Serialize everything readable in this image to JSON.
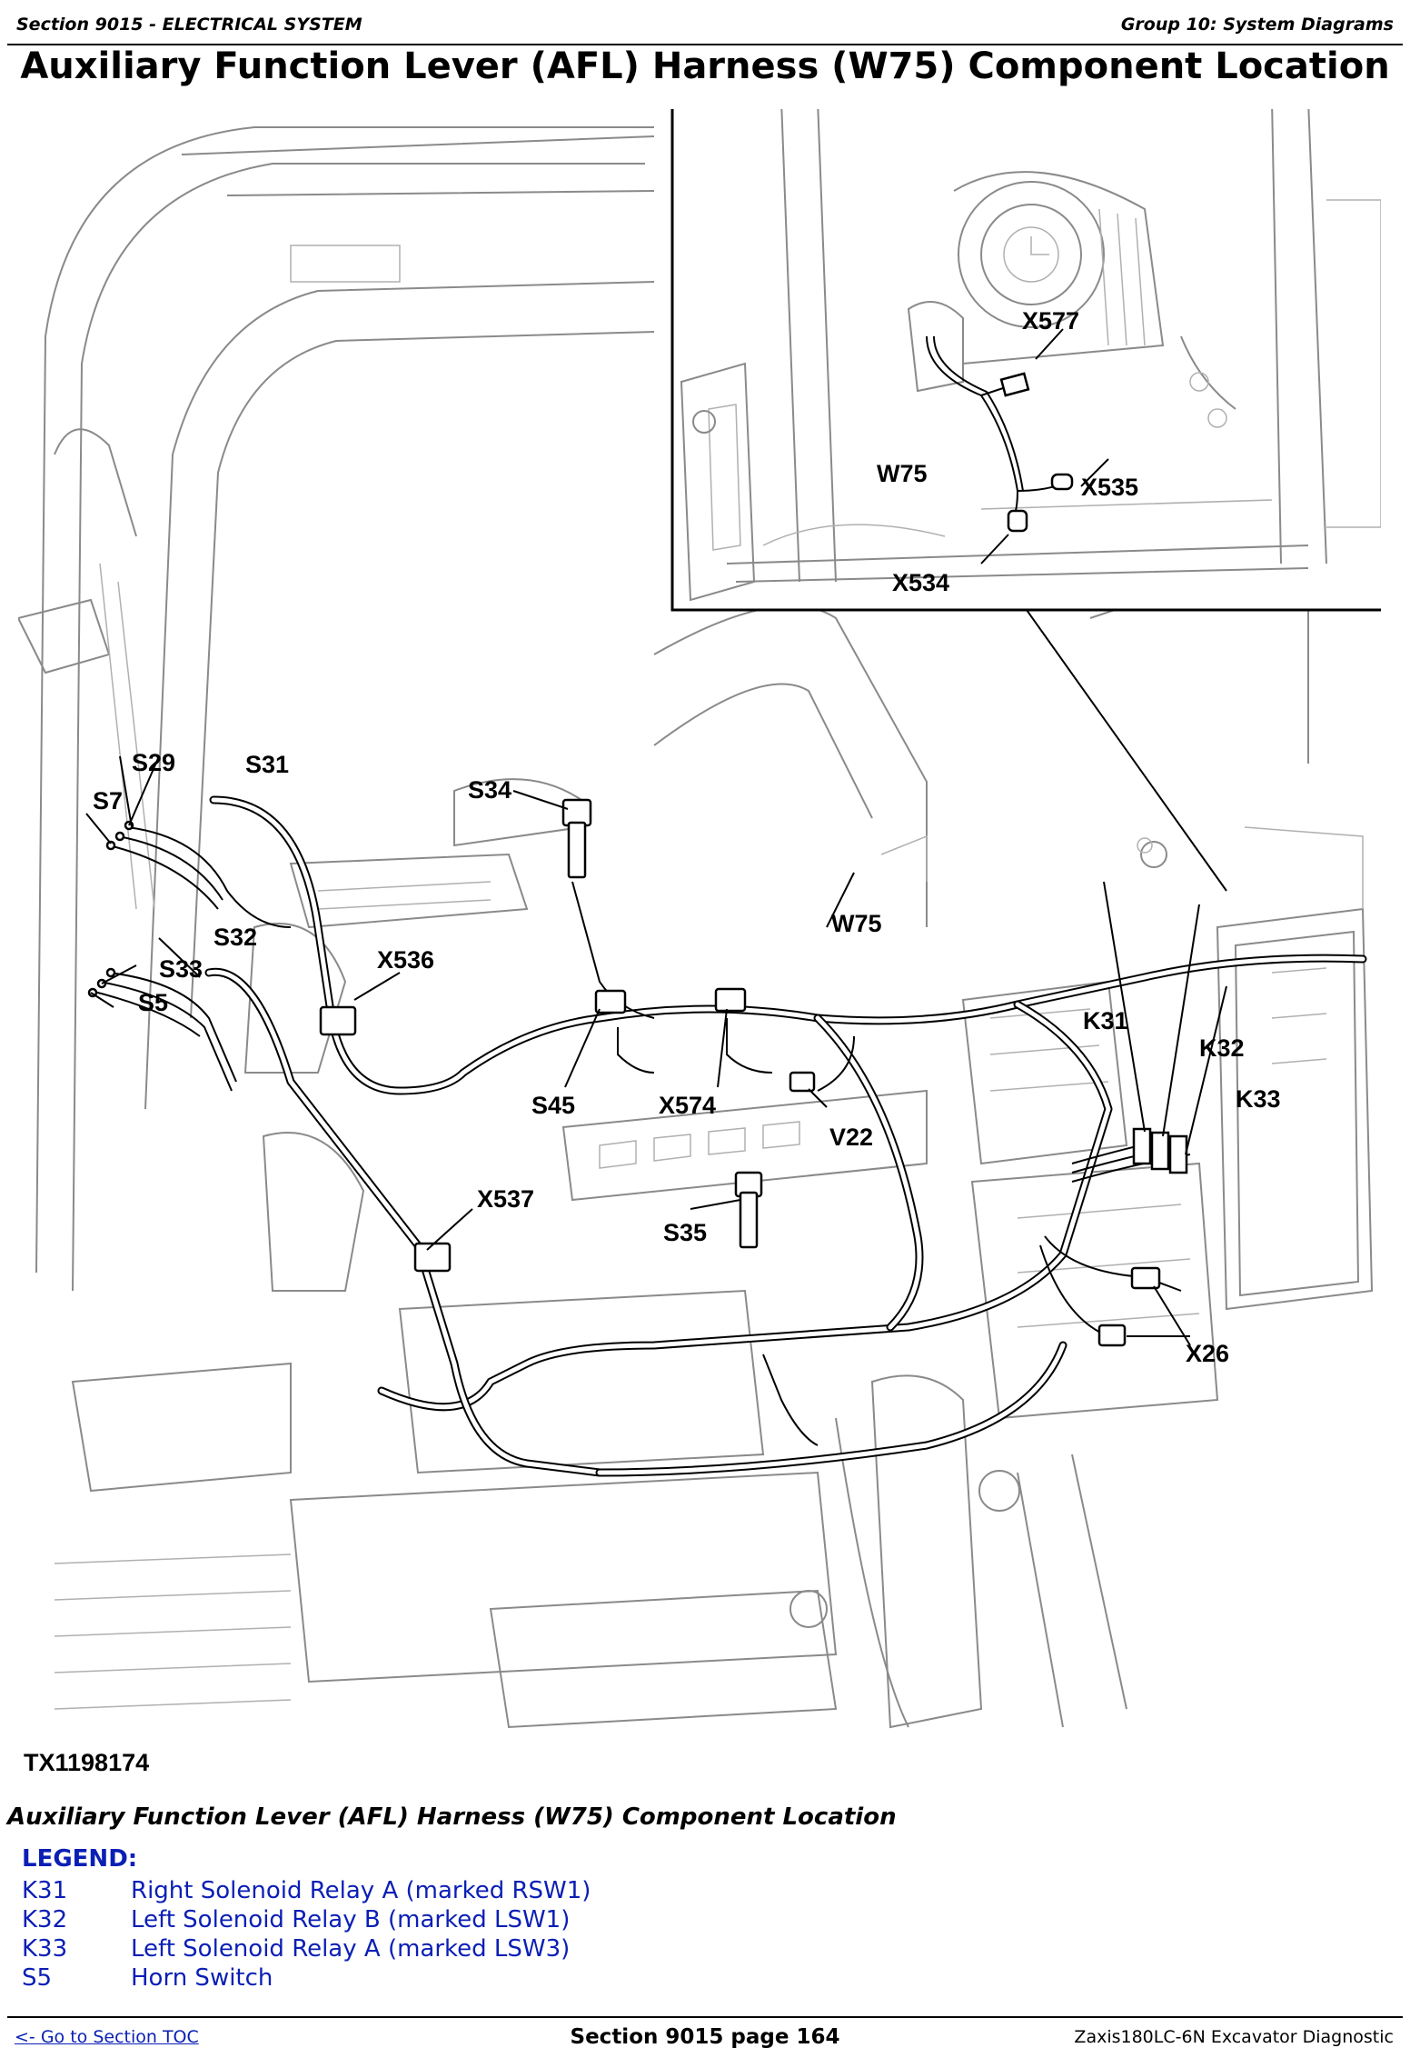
{
  "header": {
    "section": "Section 9015 - ELECTRICAL SYSTEM",
    "group": "Group 10: System Diagrams"
  },
  "title": "Auxiliary Function Lever (AFL) Harness (W75) Component Location",
  "figure": {
    "id": "TX1198174",
    "inset_labels": {
      "x577": "X577",
      "w75": "W75",
      "x535": "X535",
      "x534": "X534"
    },
    "labels": {
      "s29": "S29",
      "s31": "S31",
      "s7": "S7",
      "s34": "S34",
      "s32": "S32",
      "s33": "S33",
      "s5": "S5",
      "x536": "X536",
      "w75": "W75",
      "k31": "K31",
      "k32": "K32",
      "k33": "K33",
      "s45": "S45",
      "x574": "X574",
      "v22": "V22",
      "x537": "X537",
      "s35": "S35",
      "x26": "X26"
    }
  },
  "caption": "Auxiliary Function Lever (AFL) Harness (W75) Component Location",
  "legend": {
    "title": "LEGEND:",
    "items": [
      {
        "code": "K31",
        "desc": "Right Solenoid Relay A (marked RSW1)"
      },
      {
        "code": "K32",
        "desc": "Left Solenoid Relay B (marked LSW1)"
      },
      {
        "code": "K33",
        "desc": "Left Solenoid Relay A (marked LSW3)"
      },
      {
        "code": "S5",
        "desc": "Horn Switch"
      }
    ]
  },
  "footer": {
    "toc_link": "<- Go to Section TOC",
    "page": "Section 9015 page 164",
    "doc": "Zaxis180LC-6N Excavator Diagnostic"
  }
}
